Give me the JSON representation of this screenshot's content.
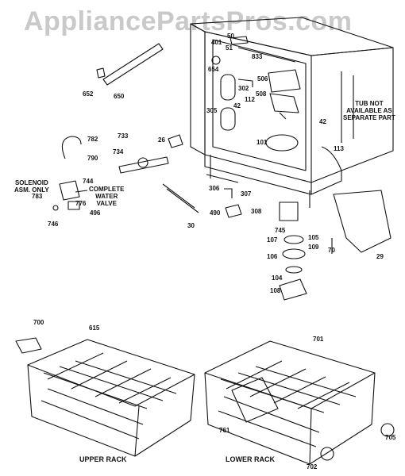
{
  "watermark": "AppliancePartsPros.com",
  "notes": {
    "tub": [
      "TUB NOT",
      "AVAILABLE AS",
      "SEPARATE PART"
    ],
    "solenoid": [
      "SOLENOID",
      "ASM. ONLY"
    ],
    "valve": [
      "COMPLETE",
      "WATER",
      "VALVE"
    ]
  },
  "captions": {
    "upper_rack": "UPPER RACK",
    "lower_rack": "LOWER RACK"
  },
  "part_numbers": {
    "p50": "50",
    "p51": "51",
    "p833": "833",
    "p401": "401",
    "p654": "654",
    "p302": "302",
    "p506": "506",
    "p305": "305",
    "p112": "112",
    "p42a": "42",
    "p508": "508",
    "p42b": "42",
    "p113": "113",
    "p652": "652",
    "p650": "650",
    "p782": "782",
    "p790": "790",
    "p733": "733",
    "p734": "734",
    "p26": "26",
    "p101": "101",
    "p744": "744",
    "p783": "783",
    "p776": "776",
    "p496": "496",
    "p746": "746",
    "p306": "306",
    "p307": "307",
    "p490": "490",
    "p308": "308",
    "p30": "30",
    "p745": "745",
    "p107": "107",
    "p105": "105",
    "p109": "109",
    "p106": "106",
    "p70": "70",
    "p29": "29",
    "p104": "104",
    "p108": "108",
    "p700": "700",
    "p615": "615",
    "p701": "701",
    "p761": "761",
    "p705": "705",
    "p702": "702"
  }
}
